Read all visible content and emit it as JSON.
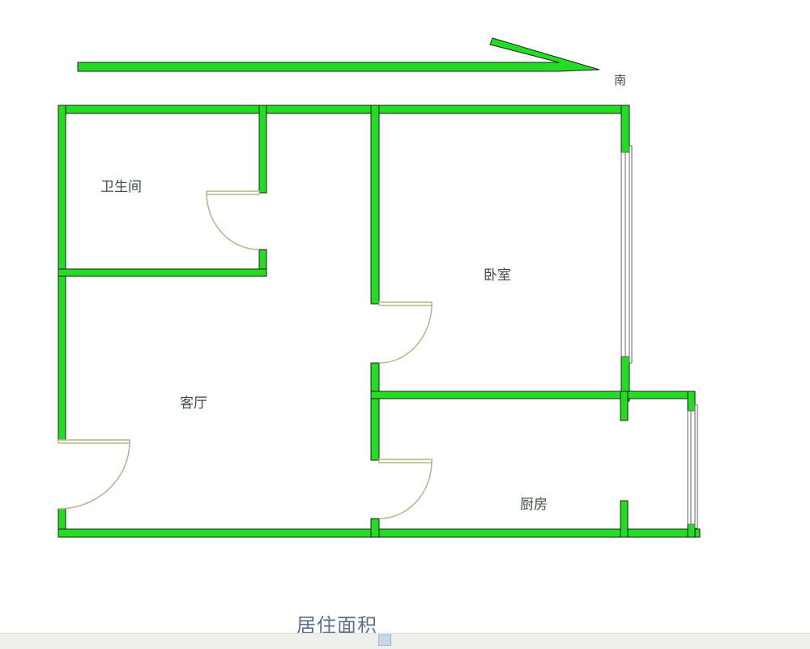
{
  "compass": {
    "direction_label": "南"
  },
  "rooms": {
    "bathroom": "卫生间",
    "bedroom": "卧室",
    "living_room": "客厅",
    "kitchen": "厨房"
  },
  "footer": {
    "title": "居住面积"
  },
  "colors": {
    "wall": "#22dd22",
    "wall_outline": "#1f1f1f",
    "door": "#b5b58a",
    "window": "#666666"
  }
}
